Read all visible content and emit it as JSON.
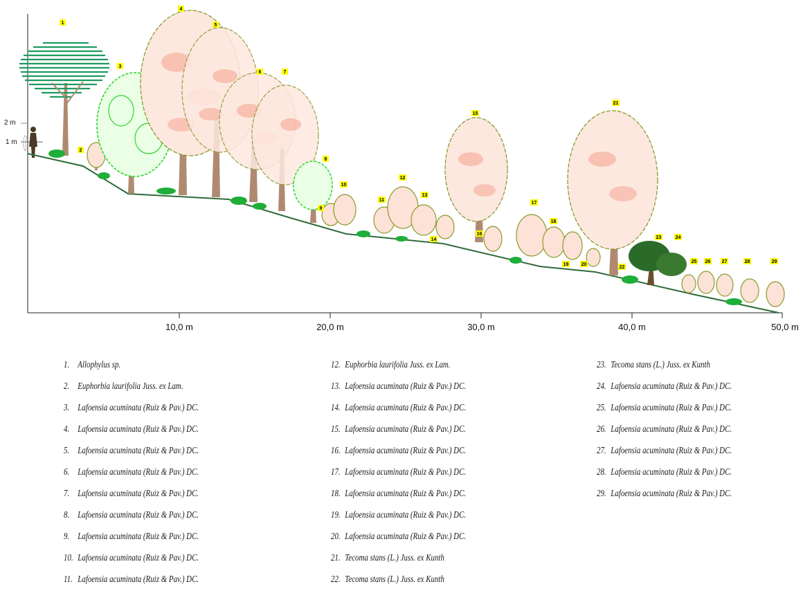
{
  "axis": {
    "x_ticks": [
      "10,0 m",
      "20,0 m",
      "30,0 m",
      "40,0 m",
      "50,0 m"
    ],
    "height_marks": [
      "2 m",
      "1 m"
    ]
  },
  "colors": {
    "ground": "#2f6b3a",
    "lafoensia_outline": "#8a9a2a",
    "lafoensia_flowers": "#f5a08a",
    "allophylus": "#1e9a60",
    "euphorbia": "#2bd62b",
    "tecoma_stans": "#2a6b2a",
    "trunk": "#b08a70",
    "tag_bg": "#ffff00"
  },
  "trees": [
    {
      "num": "1",
      "species": "Allophylus sp."
    },
    {
      "num": "2",
      "species": "Euphorbia laurifolia Juss. ex Lam."
    },
    {
      "num": "3",
      "species": "Lafoensia acuminata (Ruiz & Pav.) DC."
    },
    {
      "num": "4",
      "species": "Lafoensia acuminata (Ruiz & Pav.) DC."
    },
    {
      "num": "5",
      "species": "Lafoensia acuminata (Ruiz & Pav.) DC."
    },
    {
      "num": "6",
      "species": "Lafoensia acuminata (Ruiz & Pav.) DC."
    },
    {
      "num": "7",
      "species": "Lafoensia acuminata (Ruiz & Pav.) DC."
    },
    {
      "num": "8",
      "species": "Lafoensia acuminata (Ruiz & Pav.) DC."
    },
    {
      "num": "9",
      "species": "Lafoensia acuminata (Ruiz & Pav.) DC."
    },
    {
      "num": "10",
      "species": "Lafoensia acuminata (Ruiz & Pav.) DC."
    },
    {
      "num": "11",
      "species": "Lafoensia acuminata (Ruiz & Pav.) DC."
    },
    {
      "num": "12",
      "species": "Euphorbia laurifolia Juss. ex Lam."
    },
    {
      "num": "13",
      "species": "Lafoensia acuminata (Ruiz & Pav.) DC."
    },
    {
      "num": "14",
      "species": "Lafoensia acuminata (Ruiz & Pav.) DC."
    },
    {
      "num": "15",
      "species": "Lafoensia acuminata (Ruiz & Pav.) DC."
    },
    {
      "num": "16",
      "species": "Lafoensia acuminata (Ruiz & Pav.) DC."
    },
    {
      "num": "17",
      "species": "Lafoensia acuminata (Ruiz & Pav.) DC."
    },
    {
      "num": "18",
      "species": "Lafoensia acuminata (Ruiz & Pav.) DC."
    },
    {
      "num": "19",
      "species": "Lafoensia acuminata (Ruiz & Pav.) DC."
    },
    {
      "num": "20",
      "species": "Lafoensia acuminata (Ruiz & Pav.) DC."
    },
    {
      "num": "21",
      "species": "Tecoma stans (L.) Juss. ex Kunth"
    },
    {
      "num": "22",
      "species": "Tecoma stans (L.) Juss. ex Kunth"
    },
    {
      "num": "23",
      "species": "Tecoma stans (L.) Juss. ex Kunth"
    },
    {
      "num": "24",
      "species": "Lafoensia acuminata (Ruiz & Pav.) DC."
    },
    {
      "num": "25",
      "species": "Lafoensia acuminata (Ruiz & Pav.) DC."
    },
    {
      "num": "26",
      "species": "Lafoensia acuminata (Ruiz & Pav.) DC."
    },
    {
      "num": "27",
      "species": "Lafoensia acuminata (Ruiz & Pav.) DC."
    },
    {
      "num": "28",
      "species": "Lafoensia acuminata (Ruiz & Pav.) DC."
    },
    {
      "num": "29",
      "species": "Lafoensia acuminata (Ruiz & Pav.) DC."
    }
  ]
}
